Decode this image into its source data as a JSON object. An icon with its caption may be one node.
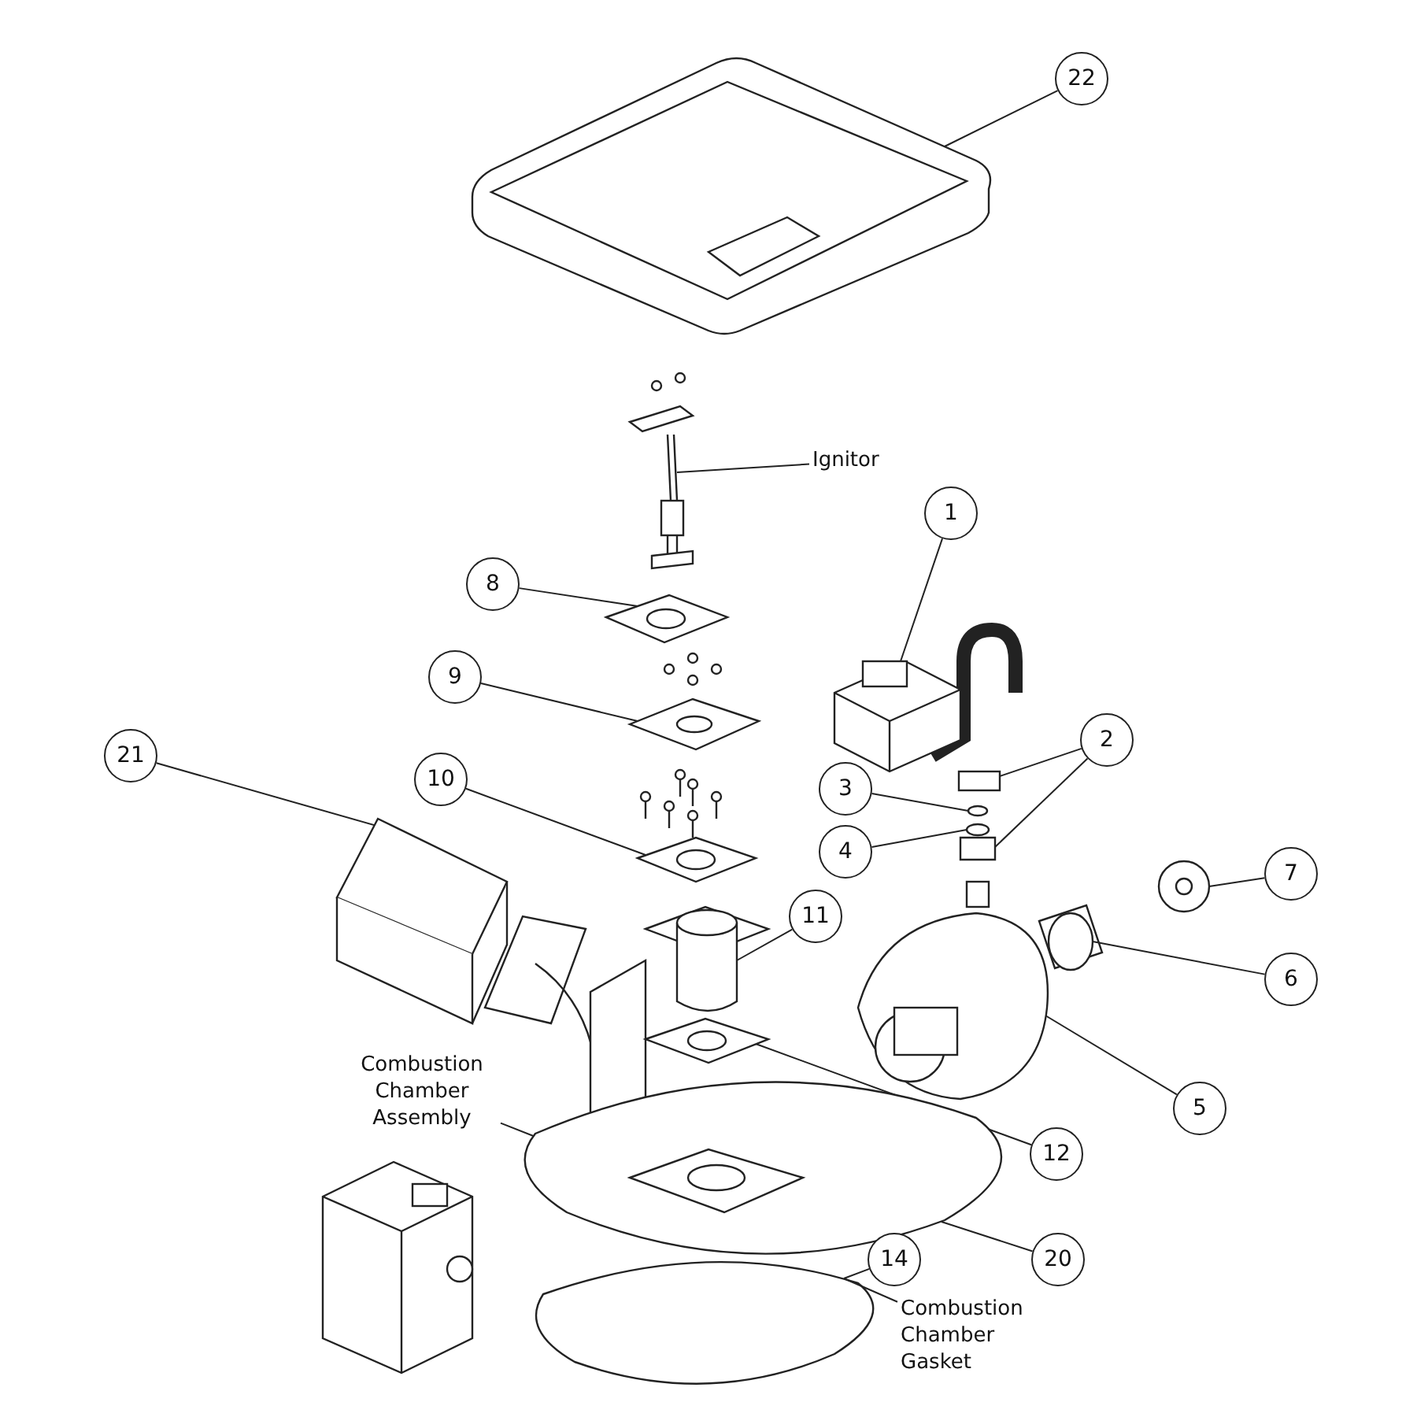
{
  "diagram": {
    "nodes": [
      {
        "text": [
          "22"
        ]
      },
      {
        "text": [
          "Ignitor"
        ]
      },
      {
        "text": [
          "1"
        ]
      },
      {
        "text": [
          "8"
        ]
      },
      {
        "text": [
          "2"
        ]
      },
      {
        "text": [
          "9"
        ]
      },
      {
        "text": [
          "21"
        ]
      },
      {
        "text": [
          "3"
        ]
      },
      {
        "text": [
          "10"
        ]
      },
      {
        "text": [
          "4"
        ]
      },
      {
        "text": [
          "7"
        ]
      },
      {
        "text": [
          "11"
        ]
      },
      {
        "text": [
          "6"
        ]
      },
      {
        "text": [
          "5"
        ]
      },
      {
        "text": [
          "Combustion Chamber Assembly"
        ]
      },
      {
        "text": [
          "12"
        ]
      },
      {
        "text": [
          "20"
        ]
      },
      {
        "text": [
          "14"
        ]
      },
      {
        "text": [
          "Combustion Chamber Gasket"
        ]
      },
      {
        "text": [],
        "shape": "picture"
      },
      {
        "text": [],
        "shape": "picture"
      },
      {
        "text": [],
        "shape": "picture"
      },
      {
        "text": [],
        "shape": "picture"
      },
      {
        "text": [],
        "shape": "box"
      },
      {
        "text": [],
        "shape": "picture"
      },
      {
        "text": [],
        "shape": "picture"
      },
      {
        "text": [],
        "shape": "picture"
      },
      {
        "text": [],
        "shape": "circle"
      },
      {
        "text": [],
        "shape": "picture"
      },
      {
        "text": [],
        "shape": "circle"
      },
      {
        "text": [],
        "shape": "picture"
      },
      {
        "text": [],
        "shape": "picture"
      },
      {
        "text": [],
        "shape": "picture"
      },
      {
        "text": [],
        "shape": "picture"
      },
      {
        "text": [],
        "shape": "picture"
      },
      {
        "text": [],
        "shape": "picture"
      },
      {
        "text": [],
        "shape": "picture"
      }
    ],
    "edges": [
      {
        "from": 0,
        "to": 19,
        "arrow": "none"
      },
      {
        "from": 1,
        "to": 20,
        "arrow": "none"
      },
      {
        "from": 2,
        "to": 21,
        "arrow": "none"
      },
      {
        "from": 3,
        "to": 22,
        "arrow": "none"
      },
      {
        "from": 4,
        "to": 23,
        "arrow": "none"
      },
      {
        "from": 4,
        "to": 24,
        "arrow": "none"
      },
      {
        "from": 5,
        "to": 25,
        "arrow": "none"
      },
      {
        "from": 6,
        "to": 26,
        "arrow": "none"
      },
      {
        "from": 7,
        "to": 27,
        "arrow": "none"
      },
      {
        "from": 8,
        "to": 28,
        "arrow": "none"
      },
      {
        "from": 9,
        "to": 29,
        "arrow": "none"
      },
      {
        "from": 10,
        "to": 30,
        "arrow": "none"
      },
      {
        "from": 11,
        "to": 31,
        "arrow": "none"
      },
      {
        "from": 12,
        "to": 32,
        "arrow": "none"
      },
      {
        "from": 13,
        "to": 33,
        "arrow": "none"
      },
      {
        "from": 14,
        "to": 35,
        "arrow": "none"
      },
      {
        "from": 15,
        "to": 34,
        "arrow": "none"
      },
      {
        "from": 16,
        "to": 35,
        "arrow": "none"
      },
      {
        "from": 17,
        "to": 36,
        "arrow": "none"
      },
      {
        "from": 18,
        "to": 36,
        "arrow": "none"
      }
    ]
  }
}
